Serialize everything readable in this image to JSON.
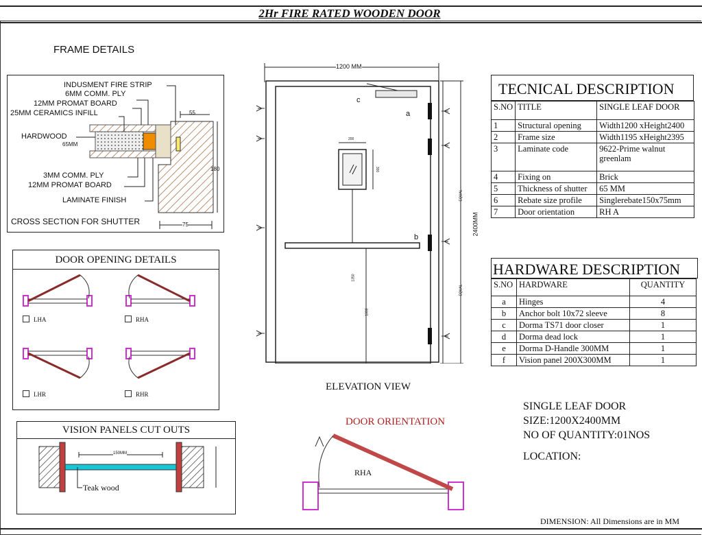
{
  "title": "2Hr FIRE RATED WOODEN DOOR",
  "frame_details": {
    "heading": "FRAME DETAILS",
    "labels": {
      "fire_strip": "INDUSMENT FIRE STRIP",
      "comm_ply_6": "6MM COMM. PLY",
      "promat_12_top": "12MM PROMAT BOARD",
      "ceramics": "25MM CERAMICS INFILL",
      "hardwood": "HARDWOOD",
      "dim_65": "65MM",
      "comm_ply_3": "3MM COMM. PLY",
      "promat_12_bottom": "12MM PROMAT BOARD",
      "laminate": "LAMINATE FINISH",
      "dim_55": "55",
      "dim_180": "180",
      "dim_75": "75",
      "caption": "CROSS SECTION FOR SHUTTER"
    }
  },
  "door_opening": {
    "heading": "DOOR OPENING DETAILS",
    "options": [
      "LHA",
      "RHA",
      "LHR",
      "RHR"
    ]
  },
  "vision_panels": {
    "heading": "VISION PANELS CUT OUTS",
    "dim_150": "150MM",
    "label": "Teak wood"
  },
  "elevation": {
    "caption": "ELEVATION VIEW",
    "width_dim": "1200 MM",
    "height_dim": "2400MM",
    "panel_w": "200",
    "panel_h": "300",
    "dim_1350": "1350",
    "dim_1000": "1000",
    "equal_1": "EQUAL",
    "equal_2": "EQUAL",
    "tag_a": "a",
    "tag_b": "b",
    "tag_c": "c"
  },
  "orientation": {
    "heading": "DOOR ORIENTATION",
    "label": "RHA"
  },
  "technical": {
    "heading": "TECNICAL DESCRIPTION",
    "columns": [
      "S.NO",
      "TITLE",
      "SINGLE LEAF DOOR"
    ],
    "rows": [
      [
        "1",
        "Structural opening",
        "Width1200 xHeight2400"
      ],
      [
        "2",
        "Frame size",
        "Width1195 xHeight2395"
      ],
      [
        "3",
        "Laminate code",
        "9622-Prime walnut greenlam"
      ],
      [
        "4",
        "Fixing on",
        "Brick"
      ],
      [
        "5",
        "Thickness of shutter",
        "65 MM"
      ],
      [
        "6",
        "Rebate size profile",
        "Singlerebate150x75mm"
      ],
      [
        "7",
        "Door orientation",
        "RH A"
      ]
    ]
  },
  "hardware": {
    "heading": "HARDWARE DESCRIPTION",
    "columns": [
      "S.NO",
      "HARDWARE",
      "QUANTITY"
    ],
    "rows": [
      [
        "a",
        "Hinges",
        "4"
      ],
      [
        "b",
        "Anchor bolt 10x72 sleeve",
        "8"
      ],
      [
        "c",
        "Dorma TS71 door closer",
        "1"
      ],
      [
        "d",
        "Dorma dead lock",
        "1"
      ],
      [
        "e",
        "Dorma D-Handle 300MM",
        "1"
      ],
      [
        "f",
        "Vision panel  200X300MM",
        "1"
      ]
    ]
  },
  "summary": {
    "line1": "SINGLE LEAF DOOR",
    "line2": "SIZE:1200X2400MM",
    "line3": "NO OF QUANTITY:01NOS",
    "line4": "LOCATION:"
  },
  "footer": "DIMENSION: All Dimensions are in MM",
  "colors": {
    "door_red": "#8b2a2a",
    "jamb_magenta": "#d030d0",
    "glass_cyan": "#18c6d6",
    "infill_orange": "#f08c00",
    "heading_red": "#b02020"
  }
}
